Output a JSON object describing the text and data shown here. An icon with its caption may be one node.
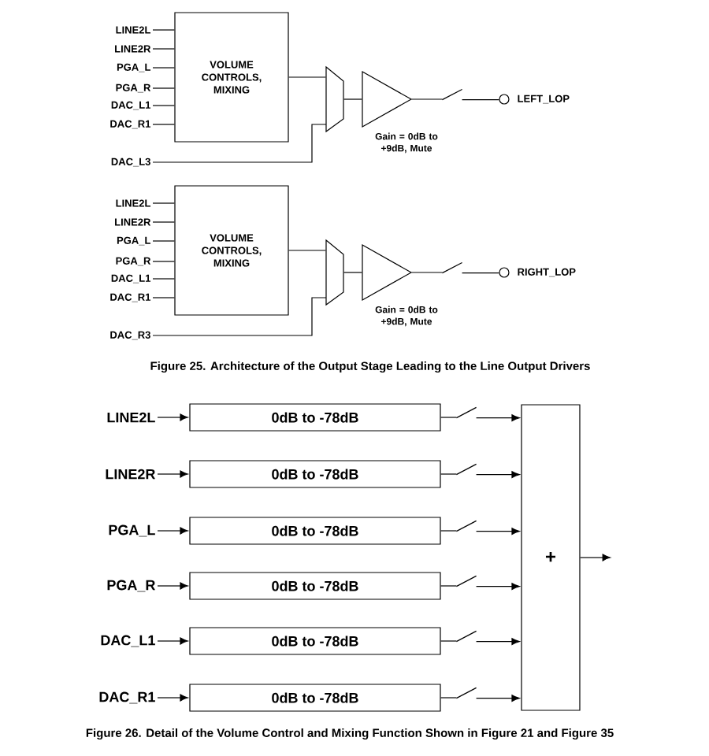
{
  "diagram": {
    "nodes": [
      {
        "text": [
          "LINE2L"
        ]
      },
      {
        "text": [
          "LINE2R"
        ]
      },
      {
        "text": [
          "PGA_L"
        ]
      },
      {
        "text": [
          "PGA_R"
        ]
      },
      {
        "text": [
          "DAC_L1"
        ]
      },
      {
        "text": [
          "DAC_R1"
        ]
      },
      {
        "text": [
          "VOLUME CONTROLS, MIXING"
        ]
      },
      {
        "text": [
          "DAC_L3"
        ]
      },
      {
        "text": [],
        "shape": "trapezoid"
      },
      {
        "text": [],
        "shape": "triangle",
        "beside": [
          "Gain = 0dB to +9dB, Mute"
        ]
      },
      {
        "text": [],
        "shape": "switch"
      },
      {
        "text": [],
        "shape": "circle",
        "beside": [
          "LEFT_LOP"
        ]
      },
      {
        "text": [
          "LINE2L"
        ]
      },
      {
        "text": [
          "LINE2R"
        ]
      },
      {
        "text": [
          "PGA_L"
        ]
      },
      {
        "text": [
          "PGA_R"
        ]
      },
      {
        "text": [
          "DAC_L1"
        ]
      },
      {
        "text": [
          "DAC_R1"
        ]
      },
      {
        "text": [
          "VOLUME CONTROLS, MIXING"
        ]
      },
      {
        "text": [
          "DAC_R3"
        ]
      },
      {
        "text": [],
        "shape": "trapezoid"
      },
      {
        "text": [],
        "shape": "triangle",
        "beside": [
          "Gain = 0dB to +9dB, Mute"
        ]
      },
      {
        "text": [],
        "shape": "switch"
      },
      {
        "text": [],
        "shape": "circle",
        "beside": [
          "RIGHT_LOP"
        ]
      },
      {
        "text": [
          "LINE2L"
        ]
      },
      {
        "text": [
          "LINE2R"
        ]
      },
      {
        "text": [
          "PGA_L"
        ]
      },
      {
        "text": [
          "PGA_R"
        ]
      },
      {
        "text": [
          "DAC_L1"
        ]
      },
      {
        "text": [
          "DAC_R1"
        ]
      },
      {
        "text": [
          "0dB to -78dB"
        ]
      },
      {
        "text": [
          "0dB to -78dB"
        ]
      },
      {
        "text": [
          "0dB to -78dB"
        ]
      },
      {
        "text": [
          "0dB to -78dB"
        ]
      },
      {
        "text": [
          "0dB to -78dB"
        ]
      },
      {
        "text": [
          "0dB to -78dB"
        ]
      },
      {
        "text": [],
        "shape": "switch"
      },
      {
        "text": [],
        "shape": "switch"
      },
      {
        "text": [],
        "shape": "switch"
      },
      {
        "text": [],
        "shape": "switch"
      },
      {
        "text": [],
        "shape": "switch"
      },
      {
        "text": [],
        "shape": "switch"
      },
      {
        "text": [
          "+"
        ]
      }
    ],
    "edges": [
      {
        "from": 0,
        "to": 6,
        "arrow": "none"
      },
      {
        "from": 1,
        "to": 6,
        "arrow": "none"
      },
      {
        "from": 2,
        "to": 6,
        "arrow": "none"
      },
      {
        "from": 3,
        "to": 6,
        "arrow": "none"
      },
      {
        "from": 4,
        "to": 6,
        "arrow": "none"
      },
      {
        "from": 5,
        "to": 6,
        "arrow": "none"
      },
      {
        "from": 6,
        "to": 8,
        "arrow": "none"
      },
      {
        "from": 7,
        "to": 8,
        "arrow": "none"
      },
      {
        "from": 8,
        "to": 9,
        "arrow": "none"
      },
      {
        "from": 9,
        "to": 10,
        "arrow": "none"
      },
      {
        "from": 10,
        "to": 11,
        "arrow": "none"
      },
      {
        "from": 12,
        "to": 18,
        "arrow": "none"
      },
      {
        "from": 13,
        "to": 18,
        "arrow": "none"
      },
      {
        "from": 14,
        "to": 18,
        "arrow": "none"
      },
      {
        "from": 15,
        "to": 18,
        "arrow": "none"
      },
      {
        "from": 16,
        "to": 18,
        "arrow": "none"
      },
      {
        "from": 17,
        "to": 18,
        "arrow": "none"
      },
      {
        "from": 18,
        "to": 20,
        "arrow": "none"
      },
      {
        "from": 19,
        "to": 20,
        "arrow": "none"
      },
      {
        "from": 20,
        "to": 21,
        "arrow": "none"
      },
      {
        "from": 21,
        "to": 22,
        "arrow": "none"
      },
      {
        "from": 22,
        "to": 23,
        "arrow": "none"
      },
      {
        "from": 24,
        "to": 30,
        "arrow": "to"
      },
      {
        "from": 25,
        "to": 31,
        "arrow": "to"
      },
      {
        "from": 26,
        "to": 32,
        "arrow": "to"
      },
      {
        "from": 27,
        "to": 33,
        "arrow": "to"
      },
      {
        "from": 28,
        "to": 34,
        "arrow": "to"
      },
      {
        "from": 29,
        "to": 35,
        "arrow": "to"
      },
      {
        "from": 30,
        "to": 36,
        "arrow": "none"
      },
      {
        "from": 31,
        "to": 37,
        "arrow": "none"
      },
      {
        "from": 32,
        "to": 38,
        "arrow": "none"
      },
      {
        "from": 33,
        "to": 39,
        "arrow": "none"
      },
      {
        "from": 34,
        "to": 40,
        "arrow": "none"
      },
      {
        "from": 35,
        "to": 41,
        "arrow": "none"
      },
      {
        "from": 36,
        "to": 42,
        "arrow": "to"
      },
      {
        "from": 37,
        "to": 42,
        "arrow": "to"
      },
      {
        "from": 38,
        "to": 42,
        "arrow": "to"
      },
      {
        "from": 39,
        "to": 42,
        "arrow": "to"
      },
      {
        "from": 40,
        "to": 42,
        "arrow": "to"
      },
      {
        "from": 41,
        "to": 42,
        "arrow": "to"
      },
      {
        "from": 42,
        "to": null,
        "arrow": "to"
      }
    ],
    "labels": [
      "Figure 25.  Architecture of the Output Stage Leading to the Line Output Drivers",
      "Figure 26.  Detail of the Volume Control and Mixing Function Shown in Figure 21 and Figure 35"
    ]
  }
}
